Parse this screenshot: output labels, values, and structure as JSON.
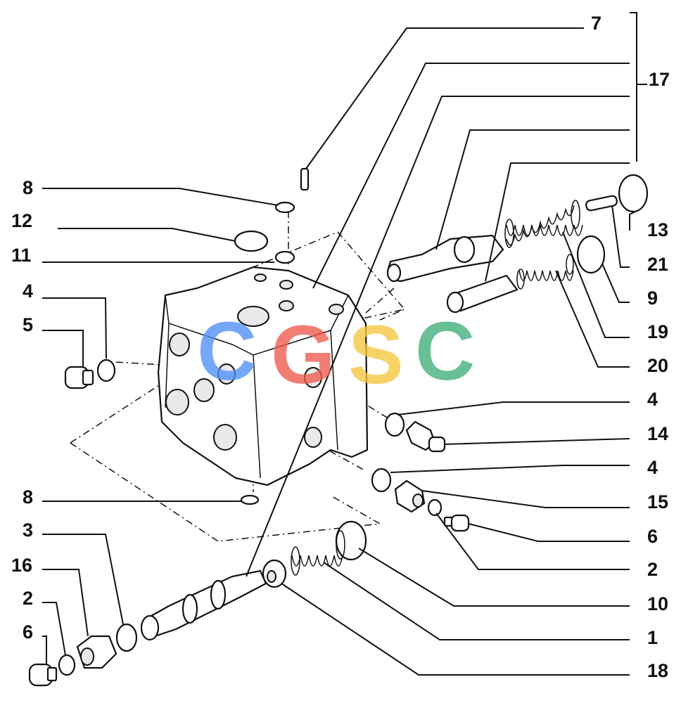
{
  "callouts": [
    "7",
    "17",
    "8",
    "12",
    "11",
    "4",
    "5",
    "13",
    "21",
    "9",
    "19",
    "20",
    "4",
    "14",
    "4",
    "15",
    "6",
    "2",
    "10",
    "1",
    "18",
    "8",
    "3",
    "16",
    "2",
    "6"
  ],
  "watermark": {
    "letters": [
      "C",
      "G",
      "S",
      "C"
    ],
    "colors": [
      "#4f8ff7",
      "#ef5a4d",
      "#f6c63c",
      "#3fae79"
    ]
  }
}
